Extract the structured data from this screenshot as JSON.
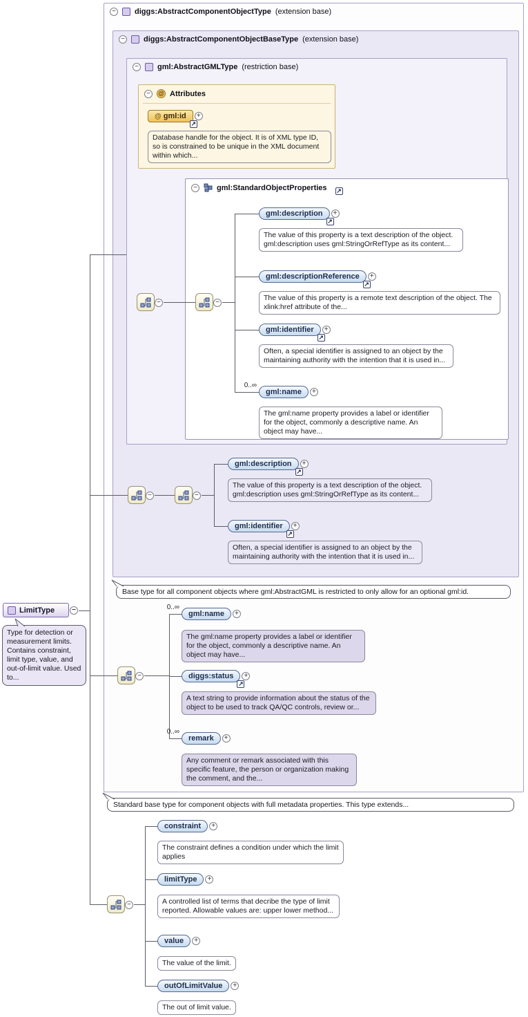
{
  "types": {
    "outer": {
      "name": "diggs:AbstractComponentObjectType",
      "suffix": "(extension base)"
    },
    "base": {
      "name": "diggs:AbstractComponentObjectBaseType",
      "suffix": "(extension base)"
    },
    "gml": {
      "name": "gml:AbstractGMLType",
      "suffix": "(restriction base)"
    }
  },
  "attributes_box": {
    "header": "Attributes",
    "at_symbol": "@",
    "gml_id": {
      "name": "gml:id",
      "annotation": "Database handle for the object. It is of XML type ID, so is constrained to be unique in the XML document within which..."
    }
  },
  "std_props": {
    "name": "gml:StandardObjectProperties",
    "elements": [
      {
        "name": "gml:description",
        "annotation": "The value of this property is a text description of the object. gml:description uses gml:StringOrRefType as its content..."
      },
      {
        "name": "gml:descriptionReference",
        "annotation": "The value of this property is a remote text description of the object. The xlink:href attribute of the..."
      },
      {
        "name": "gml:identifier",
        "annotation": "Often, a special identifier is assigned to an object by the maintaining authority with the intention that it is used in..."
      },
      {
        "name": "gml:name",
        "occurs": "0..∞",
        "annotation": "The gml:name property provides a label or identifier for the object, commonly a descriptive name. An object may have..."
      }
    ]
  },
  "base_elements": [
    {
      "name": "gml:description",
      "annotation": "The value of this property is a text description of the object. gml:description uses gml:StringOrRefType as its content..."
    },
    {
      "name": "gml:identifier",
      "annotation": "Often, a special identifier is assigned to an object by the maintaining authority with the intention that it is used in..."
    }
  ],
  "callouts": {
    "base_type": "Base type for all component objects where gml:AbstractGML is restricted to only allow for an optional gml:id.",
    "component_type": "Standard base type for component objects with full metadata properties. This type extends..."
  },
  "limit_type": {
    "name": "LimitType",
    "note": "Type for detection or measurement limits. Contains constraint, limit type, value, and out-of-limit value. Used to..."
  },
  "component_elements": [
    {
      "name": "gml:name",
      "occurs": "0..∞",
      "annotation": "The gml:name property provides a label or identifier for the object, commonly a descriptive name. An object may have..."
    },
    {
      "name": "diggs:status",
      "annotation": "A text string to provide information about the status of the object to be used to track QA/QC controls, review or..."
    },
    {
      "name": "remark",
      "occurs": "0..∞",
      "annotation": "Any comment or remark associated with this specific feature, the person or organization making the comment, and the..."
    }
  ],
  "limit_elements": [
    {
      "name": "constraint",
      "annotation": "The constraint defines a condition under which the limit applies"
    },
    {
      "name": "limitType",
      "annotation": "A controlled list of terms that decribe the type of limit reported. Allowable values are: upper lower method..."
    },
    {
      "name": "value",
      "annotation": "The value of the limit."
    },
    {
      "name": "outOfLimitValue",
      "annotation": "The out of limit value."
    }
  ],
  "icons": {
    "collapse": "−",
    "expand": "+",
    "link": "↗"
  }
}
